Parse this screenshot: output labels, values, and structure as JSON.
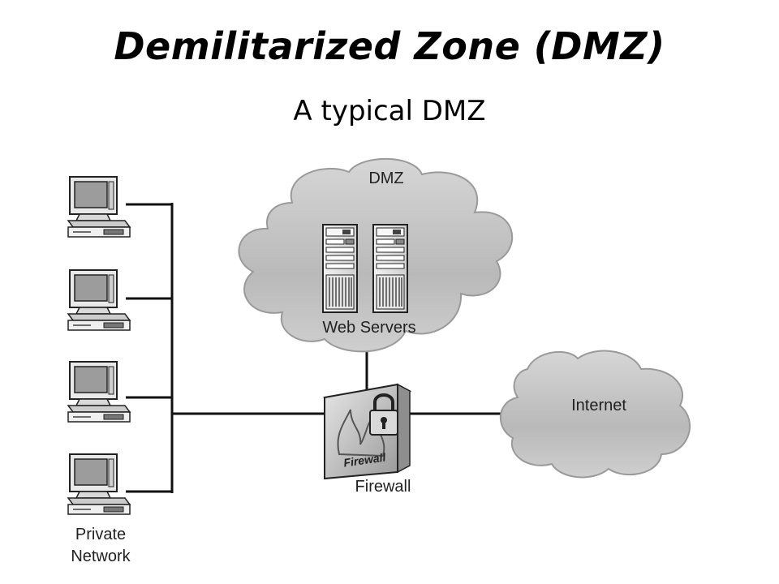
{
  "title": "Demilitarized Zone (DMZ)",
  "subtitle": "A typical DMZ",
  "diagram": {
    "dmz_cloud_label": "DMZ",
    "web_servers_label": "Web Servers",
    "internet_label": "Internet",
    "firewall_badge_text": "Firewall",
    "firewall_label": "Firewall",
    "private_network_label_line1": "Private",
    "private_network_label_line2": "Network"
  }
}
